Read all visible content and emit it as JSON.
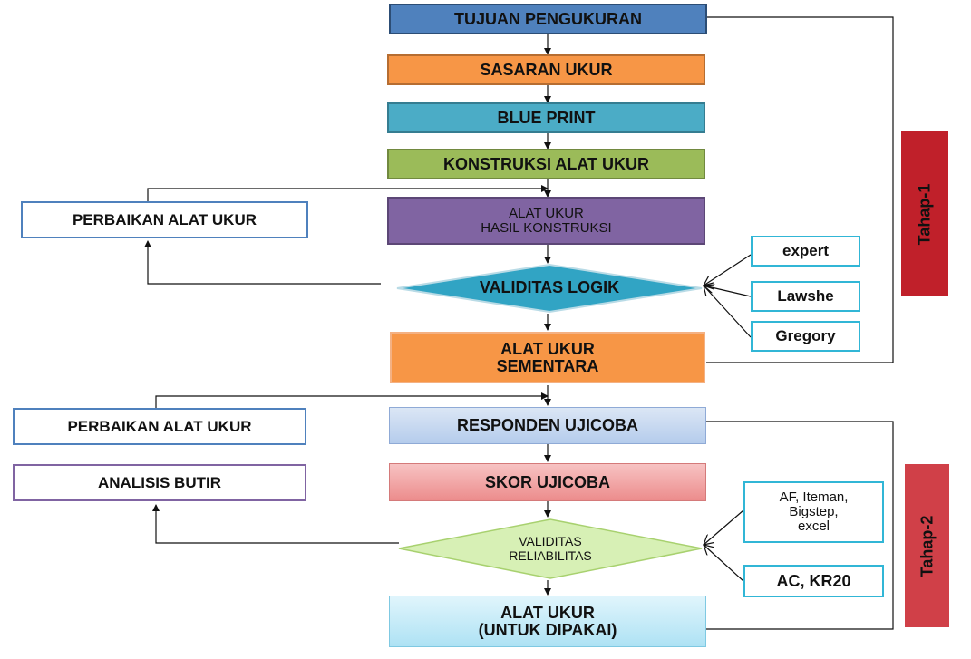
{
  "tujuan": "TUJUAN PENGUKURAN",
  "sasaran": "SASARAN UKUR",
  "blueprint": "BLUE PRINT",
  "konstruksi": "KONSTRUKSI ALAT UKUR",
  "hasil": [
    "ALAT UKUR",
    "HASIL KONSTRUKSI"
  ],
  "validitas_logik": "VALIDITAS LOGIK",
  "sementara": [
    "ALAT UKUR",
    "SEMENTARA"
  ],
  "responden": "RESPONDEN UJICOBA",
  "skor": "SKOR UJICOBA",
  "validitas_reliabilitas": [
    "VALIDITAS",
    "RELIABILITAS"
  ],
  "dipakai": [
    "ALAT UKUR",
    "(UNTUK DIPAKAI)"
  ],
  "perbaikan_1": "PERBAIKAN ALAT UKUR",
  "perbaikan_2": "PERBAIKAN ALAT UKUR",
  "analisis": "ANALISIS BUTIR",
  "expert": "expert",
  "lawshe": "Lawshe",
  "gregory": "Gregory",
  "af": [
    "AF, Iteman,",
    "Bigstep,",
    "excel"
  ],
  "ac": "AC, KR20",
  "tahap1": "Tahap-1",
  "tahap2": "Tahap-2",
  "colors": {
    "tujuan": "#4f81bd",
    "sasaran": "#f79646",
    "blueprint": "#4bacc6",
    "konstruksi": "#9bbb59",
    "hasil": "#8064a2",
    "logik": "#31a4c4",
    "sementara": "#f79646",
    "responden": "#c6d9f1",
    "skor": "#f2a2a2",
    "reliabilitas": "#d7f0b5",
    "dipakai": "#c5ecf8",
    "tahap1": "#c0202a",
    "tahap2": "#d04048"
  }
}
